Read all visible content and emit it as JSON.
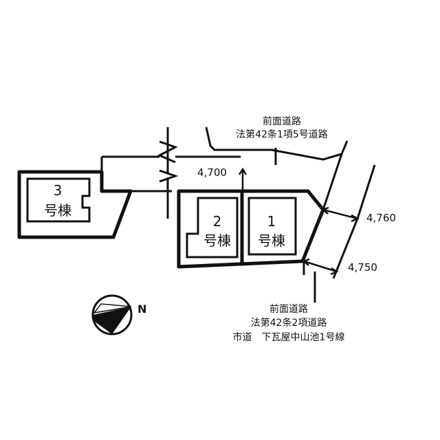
{
  "buildings": [
    {
      "num": "3",
      "suffix": "号棟"
    },
    {
      "num": "2",
      "suffix": "号棟"
    },
    {
      "num": "1",
      "suffix": "号棟"
    }
  ],
  "roads": {
    "north": {
      "line1": "前面道路",
      "line2": "法第42条1項5号道路"
    },
    "south": {
      "line1": "前面道路",
      "line2": "法第42条2項道路",
      "line3": "市道　下瓦屋中山池1号線"
    }
  },
  "dimensions": {
    "d1": "4,700",
    "d2": "4,760",
    "d3": "4,750"
  },
  "compass": {
    "label": "N"
  }
}
